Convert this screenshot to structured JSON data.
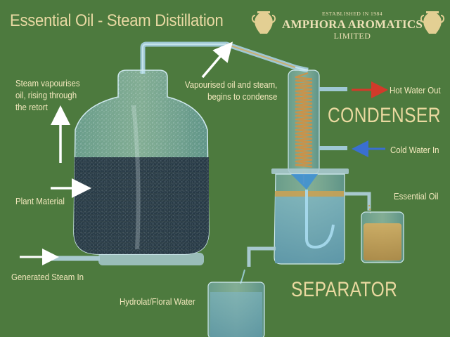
{
  "header": {
    "title": "Essential Oil - Steam Distillation"
  },
  "brand": {
    "established": "ESTABLISHED IN 1984",
    "name": "AMPHORA AROMATICS",
    "suffix": "LIMITED",
    "logo_icon": "amphora-icon"
  },
  "labels": {
    "steam_rising": [
      "Steam vapourises",
      "oil, rising through",
      "the retort"
    ],
    "plant_material": "Plant Material",
    "steam_in": "Generated Steam In",
    "vapour": [
      "Vapourised oil and steam,",
      "begins to condense"
    ],
    "condenser": "CONDENSER",
    "hot_water": "Hot Water Out",
    "cold_water": "Cold Water In",
    "essential_oil": "Essential Oil",
    "separator": "SEPARATOR",
    "hydrolat": "Hydrolat/Floral Water"
  },
  "colors": {
    "background": "#4d7a3e",
    "label_text": "#f3e8bd",
    "glass": "#8fc6d6",
    "plant_material": "#28384a",
    "oil": "#c9a256",
    "hot_arrow": "#d23a2a",
    "cold_arrow": "#3a6fd0",
    "pointer_arrow": "#ffffff"
  }
}
